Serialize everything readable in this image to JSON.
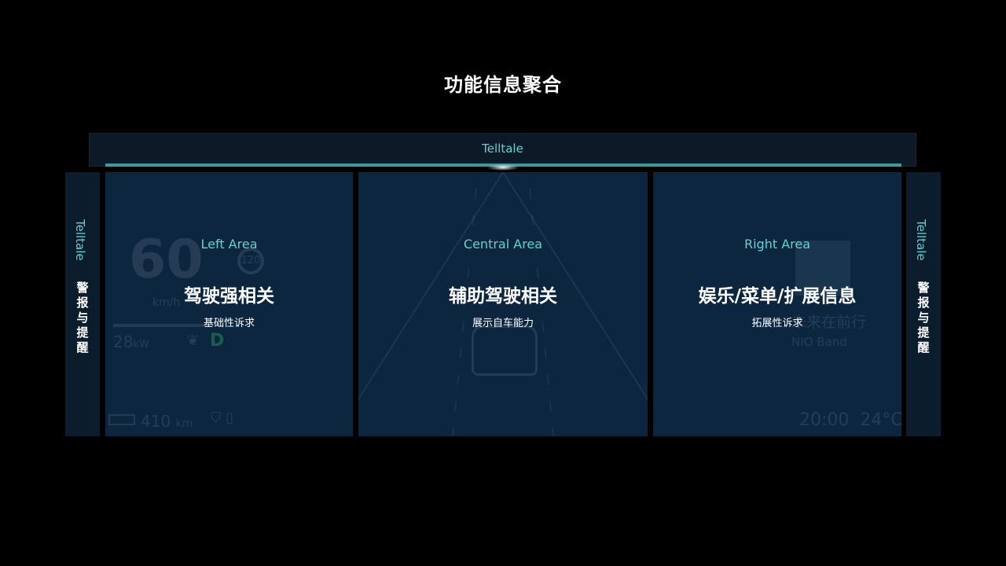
{
  "page": {
    "title": "功能信息聚合"
  },
  "telltale_top": {
    "label": "Telltale"
  },
  "side_left": {
    "vertical_label": "Telltale",
    "caption": "警报与提醒"
  },
  "side_right": {
    "vertical_label": "Telltale",
    "caption": "警报与提醒"
  },
  "areas": {
    "left": {
      "label": "Left Area",
      "heading": "驾驶强相关",
      "subheading": "基础性诉求"
    },
    "center": {
      "label": "Central Area",
      "heading": "辅助驾驶相关",
      "subheading": "展示自车能力"
    },
    "right": {
      "label": "Right Area",
      "heading": "娱乐/菜单/扩展信息",
      "subheading": "拓展性诉求"
    }
  },
  "background_cluster": {
    "speed": "60",
    "speed_unit": "km/h",
    "speed_limit": "120",
    "power": "28",
    "power_unit": "kW",
    "gear": "D",
    "range": "410",
    "range_unit": "km",
    "song_title": "未来在前行",
    "artist": "NIO Band",
    "clock": "20:00",
    "temperature": "24°C"
  },
  "colors": {
    "accent": "#5fd3d0",
    "panel": "#0c2640",
    "background": "#000000"
  }
}
